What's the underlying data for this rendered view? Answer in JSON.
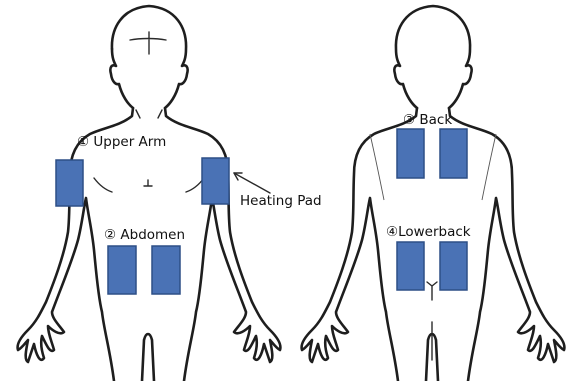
{
  "labels": {
    "upper_arm": "① Upper Arm",
    "abdomen": "② Abdomen",
    "back": "③ Back",
    "lowerback": "④Lowerback",
    "heating_pad": "Heating Pad"
  },
  "colors": {
    "pad_fill": "#4a72b5",
    "pad_stroke": "#2d4f86",
    "outline": "#1e1e1e",
    "background": "#ffffff"
  }
}
